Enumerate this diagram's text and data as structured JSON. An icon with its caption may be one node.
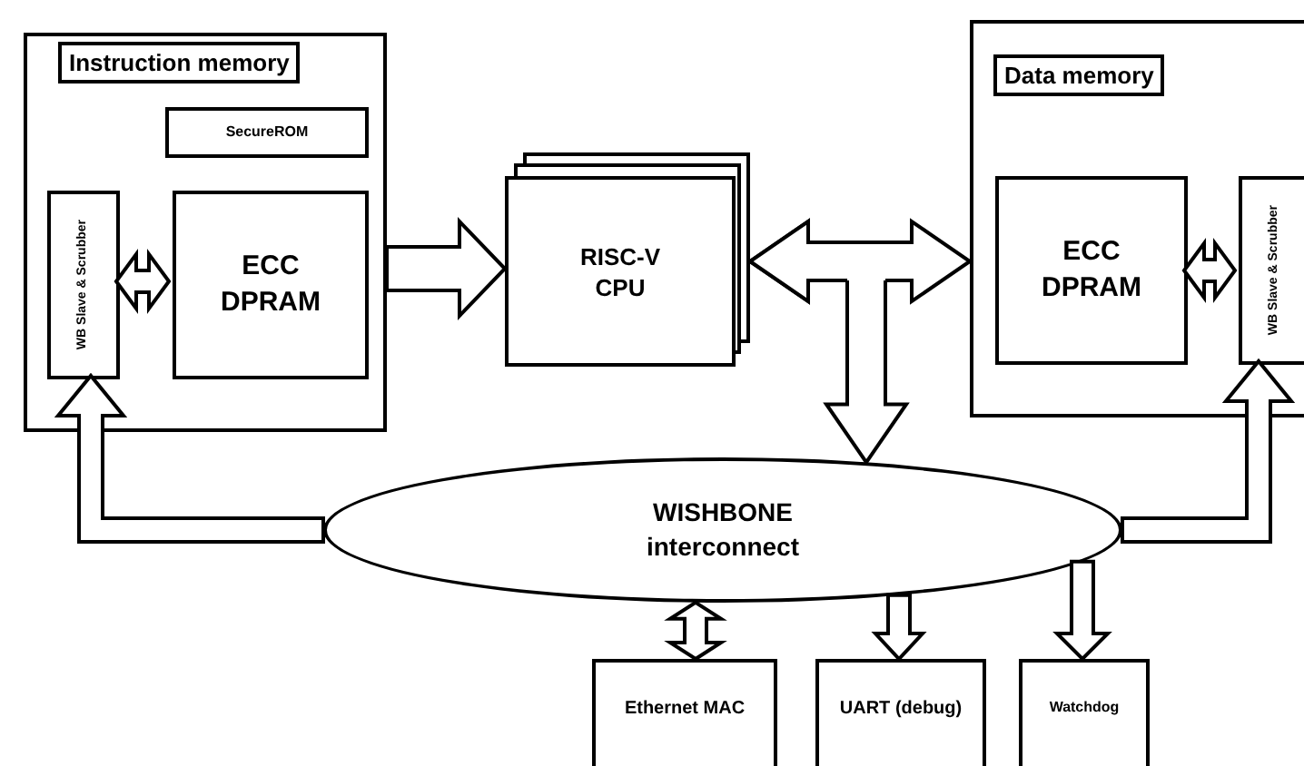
{
  "diagram": {
    "nodes": [
      {
        "text": [
          "Instruction memory"
        ]
      },
      {
        "text": [
          "SecureROM"
        ],
        "in": 0
      },
      {
        "text": [
          "WB Slave & Scrubber"
        ],
        "in": 0
      },
      {
        "text": [
          "ECC DPRAM"
        ],
        "in": 0
      },
      {
        "text": [
          "RISC-V CPU"
        ]
      },
      {
        "text": [
          "Data memory"
        ]
      },
      {
        "text": [
          "ECC DPRAM"
        ],
        "in": 5
      },
      {
        "text": [
          "WB Slave & Scrubber"
        ],
        "in": 5
      },
      {
        "text": [
          "WISHBONE interconnect"
        ]
      },
      {
        "text": [
          "Ethernet MAC"
        ]
      },
      {
        "text": [
          "UART (debug)"
        ]
      },
      {
        "text": [
          "Watchdog"
        ]
      }
    ],
    "edges": [
      {
        "from": 2,
        "to": 3,
        "arrow": "both"
      },
      {
        "from": 0,
        "to": 4,
        "arrow": "to"
      },
      {
        "from": 4,
        "to": 5,
        "arrow": "both"
      },
      {
        "from": 4,
        "to": 8,
        "arrow": "both"
      },
      {
        "from": 8,
        "to": 2,
        "arrow": "to"
      },
      {
        "from": 6,
        "to": 7,
        "arrow": "both"
      },
      {
        "from": 8,
        "to": 7,
        "arrow": "to"
      },
      {
        "from": 8,
        "to": 9,
        "arrow": "both"
      },
      {
        "from": 8,
        "to": 10,
        "arrow": "to"
      },
      {
        "from": 8,
        "to": 11,
        "arrow": "to"
      }
    ]
  }
}
